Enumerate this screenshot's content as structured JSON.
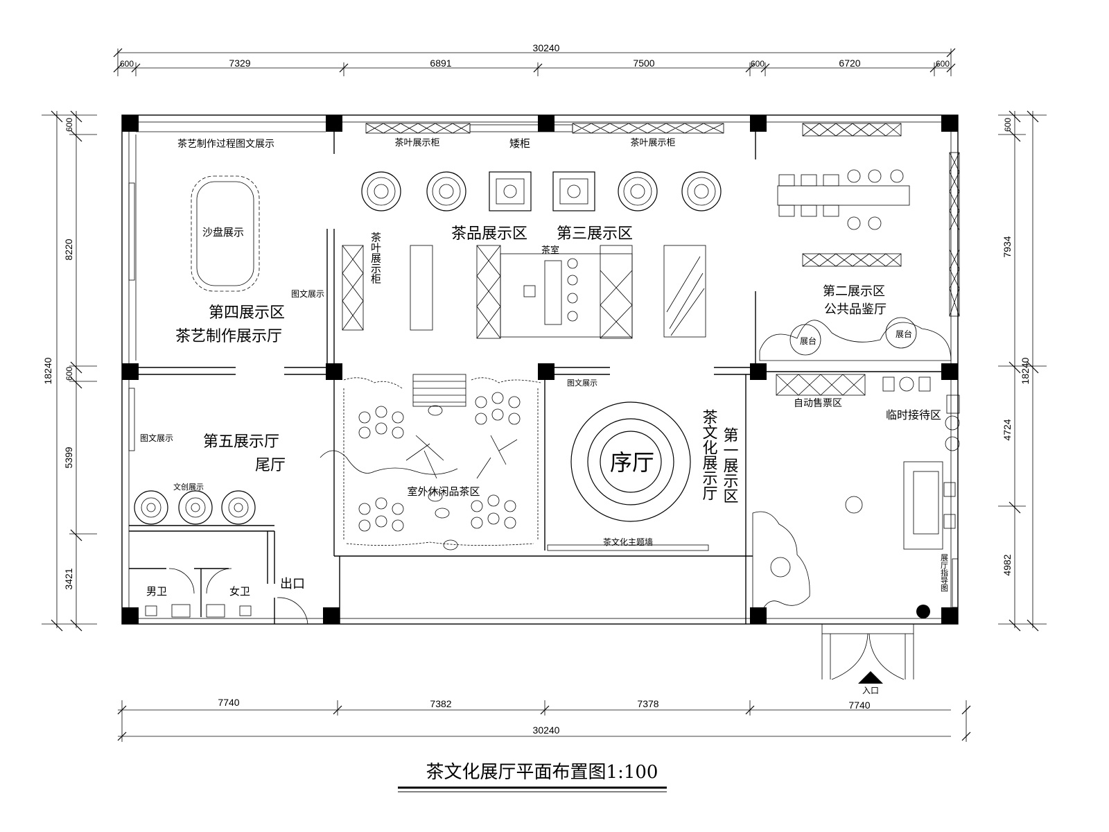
{
  "title": "茶文化展厅平面布置图1:100",
  "dimensions": {
    "top_total": "30240",
    "top": [
      "600",
      "7329",
      "6891",
      "7500",
      "600",
      "6720",
      "600"
    ],
    "bottom_total": "30240",
    "bottom": [
      "7740",
      "7382",
      "7378",
      "7740"
    ],
    "left_total": "18240",
    "left": [
      "600",
      "8220",
      "600",
      "5399",
      "3421"
    ],
    "right_total": "18240",
    "right": [
      "600",
      "7934",
      "4724",
      "4982"
    ]
  },
  "rooms": {
    "fourth_zone": "第四展示区",
    "craft_hall": "茶艺制作展示厅",
    "product_zone": "茶品展示区",
    "third_zone": "第三展示区",
    "second_zone": "第二展示区",
    "public_tasting": "公共品鉴厅",
    "fifth_hall": "第五展示厅",
    "tail_hall": "尾厅",
    "outdoor_tea": "室外休闲品茶区",
    "lobby": "序厅",
    "first_zone_a": "第一展示区",
    "first_zone_b": "茶文化展示厅",
    "ticket": "自动售票区",
    "reception": "临时接待区",
    "exit": "出口",
    "entrance": "入口",
    "mens_wc": "男卫",
    "womens_wc": "女卫"
  },
  "labels": {
    "process_wall": "茶艺制作过程图文展示",
    "sandbox": "沙盘展示",
    "tea_cabinet_1": "茶叶展示柜",
    "tea_cabinet_2": "茶叶展示柜",
    "tea_cabinet_v": "茶叶展示柜",
    "bar_cabinet": "矮柜",
    "tea_room": "茶室",
    "theme_wall": "茶文化主题墙",
    "graphic_1": "图文展示",
    "graphic_2": "图文展示",
    "graphic_3": "图文展示",
    "booth_1": "展台",
    "booth_2": "展台",
    "guide": "展厅指导图",
    "creative": "文创展示"
  }
}
